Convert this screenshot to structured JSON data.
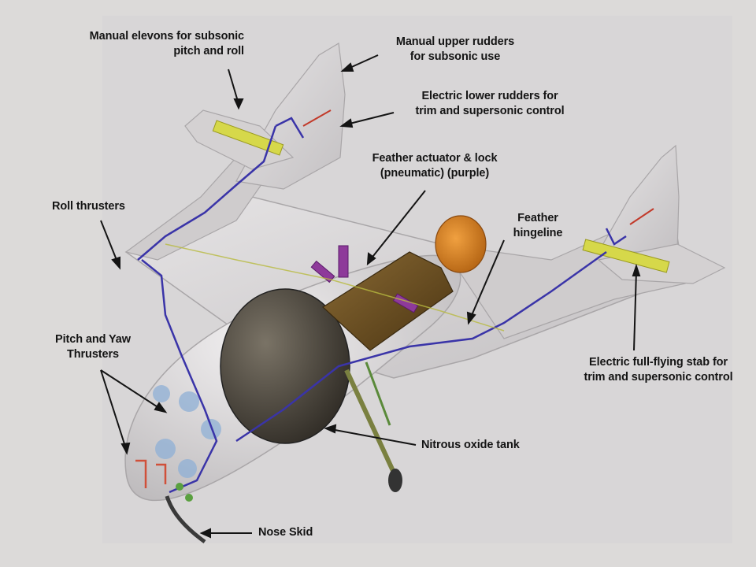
{
  "diagram": {
    "callouts": {
      "elevons": [
        "Manual elevons for subsonic",
        "pitch and roll"
      ],
      "upper_rudders": [
        "Manual upper rudders",
        "for subsonic use"
      ],
      "lower_rudders": [
        "Electric lower rudders for",
        "trim and supersonic control"
      ],
      "feather_actuator": [
        "Feather actuator & lock",
        "(pneumatic) (purple)"
      ],
      "feather_hingeline": [
        "Feather",
        "hingeline"
      ],
      "roll_thrusters": [
        "Roll thrusters"
      ],
      "pitch_yaw_thrusters": [
        "Pitch and Yaw",
        "Thrusters"
      ],
      "stab": [
        "Electric full-flying stab for",
        "trim and supersonic control"
      ],
      "nitrous_tank": [
        "Nitrous oxide tank"
      ],
      "nose_skid": [
        "Nose Skid"
      ]
    },
    "colors": {
      "background": "#dcdad9",
      "airframe": "#d9d6d7",
      "control_lines": "#3a34a8",
      "actuators_yellow": "#d6d84a",
      "feather_actuator_purple": "#8e3a9a",
      "nitrous_tank": "#4a443c",
      "rocket_motor": "#6a4a20",
      "nozzle": "#d07a20",
      "label_text": "#141414"
    }
  }
}
